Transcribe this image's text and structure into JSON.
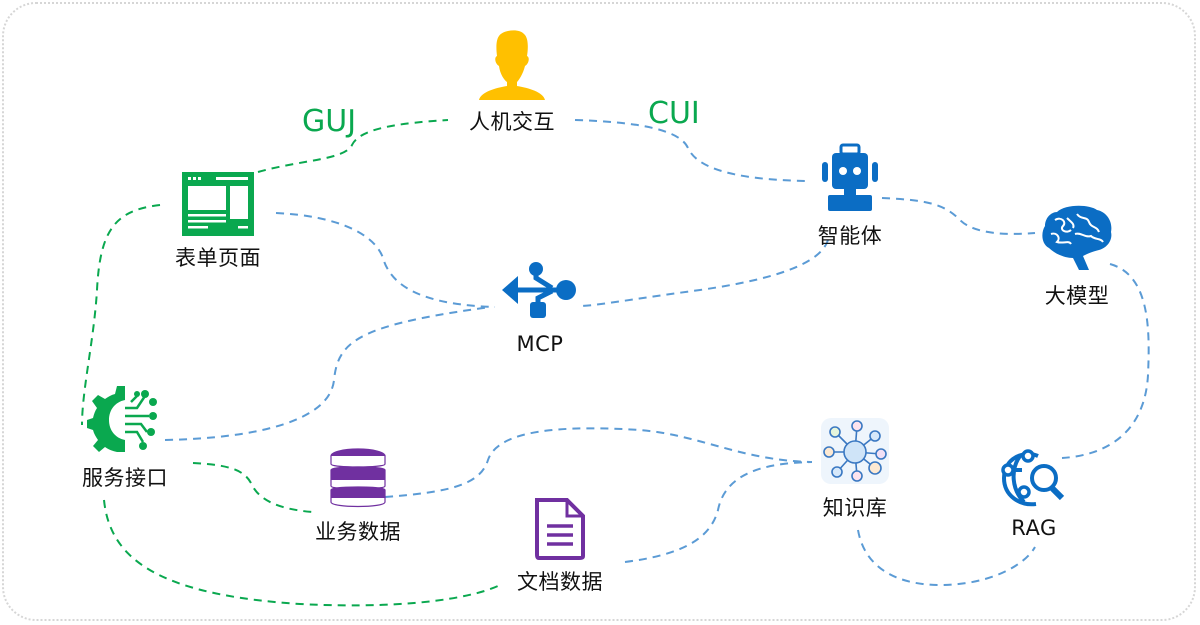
{
  "colors": {
    "green": "#0aa84f",
    "blue_line": "#5b9bd5",
    "blue_icon": "#0b6dc4",
    "purple": "#7030a0",
    "gold": "#ffc000"
  },
  "tags": {
    "gui": "GUJ",
    "cui": "CUI"
  },
  "nodes": {
    "human": {
      "label": "人机交互",
      "icon": "person-icon"
    },
    "form": {
      "label": "表单页面",
      "icon": "form-window-icon"
    },
    "agent": {
      "label": "智能体",
      "icon": "robot-icon"
    },
    "llm": {
      "label": "大模型",
      "icon": "brain-icon"
    },
    "mcp": {
      "label": "MCP",
      "icon": "usb-icon"
    },
    "service": {
      "label": "服务接口",
      "icon": "gear-circuit-icon"
    },
    "bizdata": {
      "label": "业务数据",
      "icon": "database-icon"
    },
    "docdata": {
      "label": "文档数据",
      "icon": "document-icon"
    },
    "kb": {
      "label": "知识库",
      "icon": "network-icon"
    },
    "rag": {
      "label": "RAG",
      "icon": "globe-search-icon"
    }
  },
  "links": [
    {
      "from": "form",
      "to": "human",
      "style": "green"
    },
    {
      "from": "human",
      "to": "agent",
      "style": "blue"
    },
    {
      "from": "agent",
      "to": "llm",
      "style": "blue"
    },
    {
      "from": "form",
      "to": "mcp",
      "style": "blue"
    },
    {
      "from": "agent",
      "to": "mcp",
      "style": "blue"
    },
    {
      "from": "service",
      "to": "mcp",
      "style": "blue"
    },
    {
      "from": "form",
      "to": "service",
      "style": "green"
    },
    {
      "from": "service",
      "to": "bizdata",
      "style": "green"
    },
    {
      "from": "service",
      "to": "docdata",
      "style": "green"
    },
    {
      "from": "bizdata",
      "to": "kb",
      "style": "blue"
    },
    {
      "from": "docdata",
      "to": "kb",
      "style": "blue"
    },
    {
      "from": "kb",
      "to": "rag",
      "style": "blue"
    },
    {
      "from": "llm",
      "to": "rag",
      "style": "blue"
    }
  ]
}
